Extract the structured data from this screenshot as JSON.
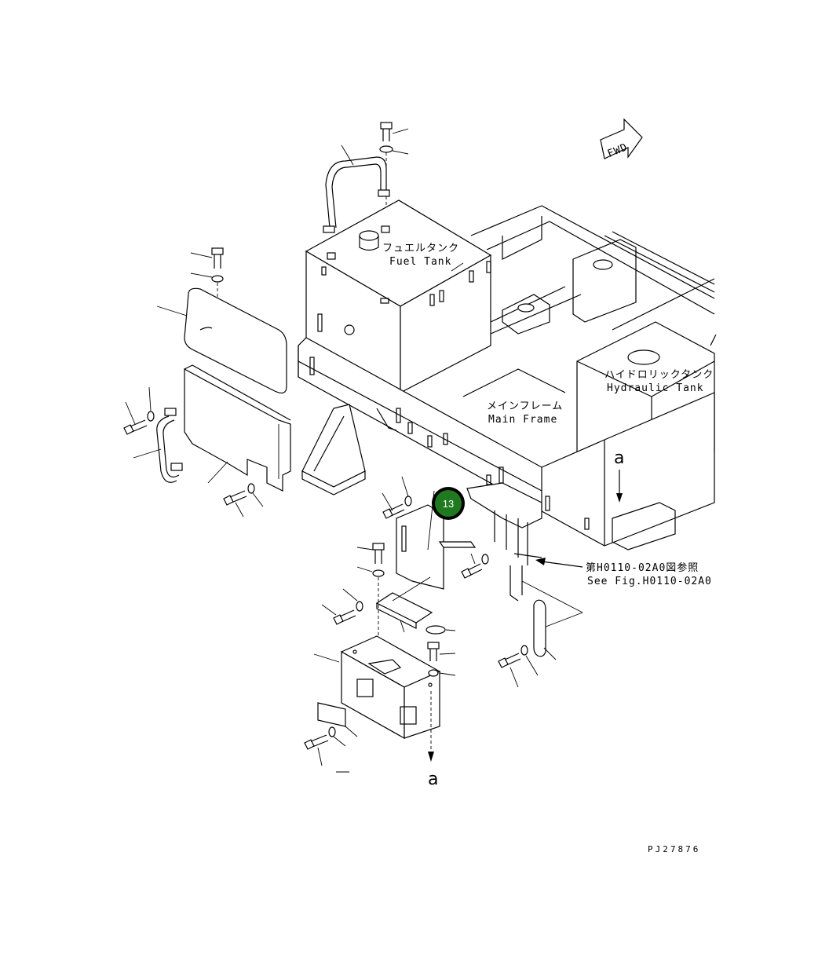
{
  "labels": {
    "fuel_tank_jp": "フュエルタンク",
    "fuel_tank_en": "Fuel Tank",
    "hydraulic_tank_jp": "ハイドロリックタンク",
    "hydraulic_tank_en": "Hydraulic Tank",
    "main_frame_jp": "メインフレーム",
    "main_frame_en": "Main Frame",
    "see_fig_jp": "第H0110-02A0図参照",
    "see_fig_en": "See Fig.H0110-02A0",
    "arrow_a_top": "a",
    "arrow_a_bottom": "a",
    "fwd": "FWD",
    "drawing_code": "PJ27876"
  },
  "callout": {
    "number": "13",
    "color": "#1f7a1f",
    "ring_color": "#000000"
  }
}
